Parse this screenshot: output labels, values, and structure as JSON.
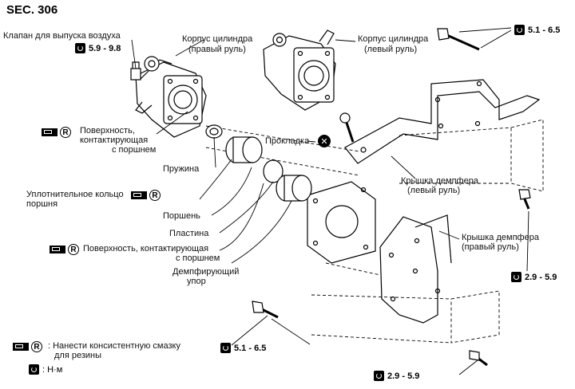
{
  "section": "SEC. 306",
  "labels": {
    "air_valve": "Клапан для выпуска воздуха",
    "cyl_right_1": "Корпус цилиндра",
    "cyl_right_2": "(правый руль)",
    "cyl_left_1": "Корпус цилиндра",
    "cyl_left_2": "(левый руль)",
    "contact_1_a": "Поверхность,",
    "contact_1_b": "контактирующая",
    "contact_1_c": "с поршнем",
    "gasket": "Прокладка",
    "spring": "Пружина",
    "piston_seal_1": "Уплотнительное кольцо",
    "piston_seal_2": "поршня",
    "piston": "Поршень",
    "plate": "Пластина",
    "contact_2_a": "Поверхность, контактирующая",
    "contact_2_b": "с поршнем",
    "damper_stop_1": "Демпфирующий",
    "damper_stop_2": "упор",
    "damper_cover_left_1": "Крышка демпфера",
    "damper_cover_left_2": "(левый руль)",
    "damper_cover_right_1": "Крышка демпфера",
    "damper_cover_right_2": "(правый руль)"
  },
  "torques": {
    "air_valve": "5.9 - 9.8",
    "top_right": "5.1 - 6.5",
    "right_mid": "2.9 - 5.9",
    "bottom_mid": "5.1 - 6.5",
    "bottom_right": "2.9 - 5.9"
  },
  "legend": {
    "grease_1": ": Нанести консистентную смазку",
    "grease_2": "для резины",
    "torque_unit": ": Н·м"
  },
  "icons": {
    "torque": "torque-wrench-icon",
    "grease": "grease-gun-icon",
    "rubber": "circled-r-icon",
    "discard": "x-circle-icon"
  }
}
